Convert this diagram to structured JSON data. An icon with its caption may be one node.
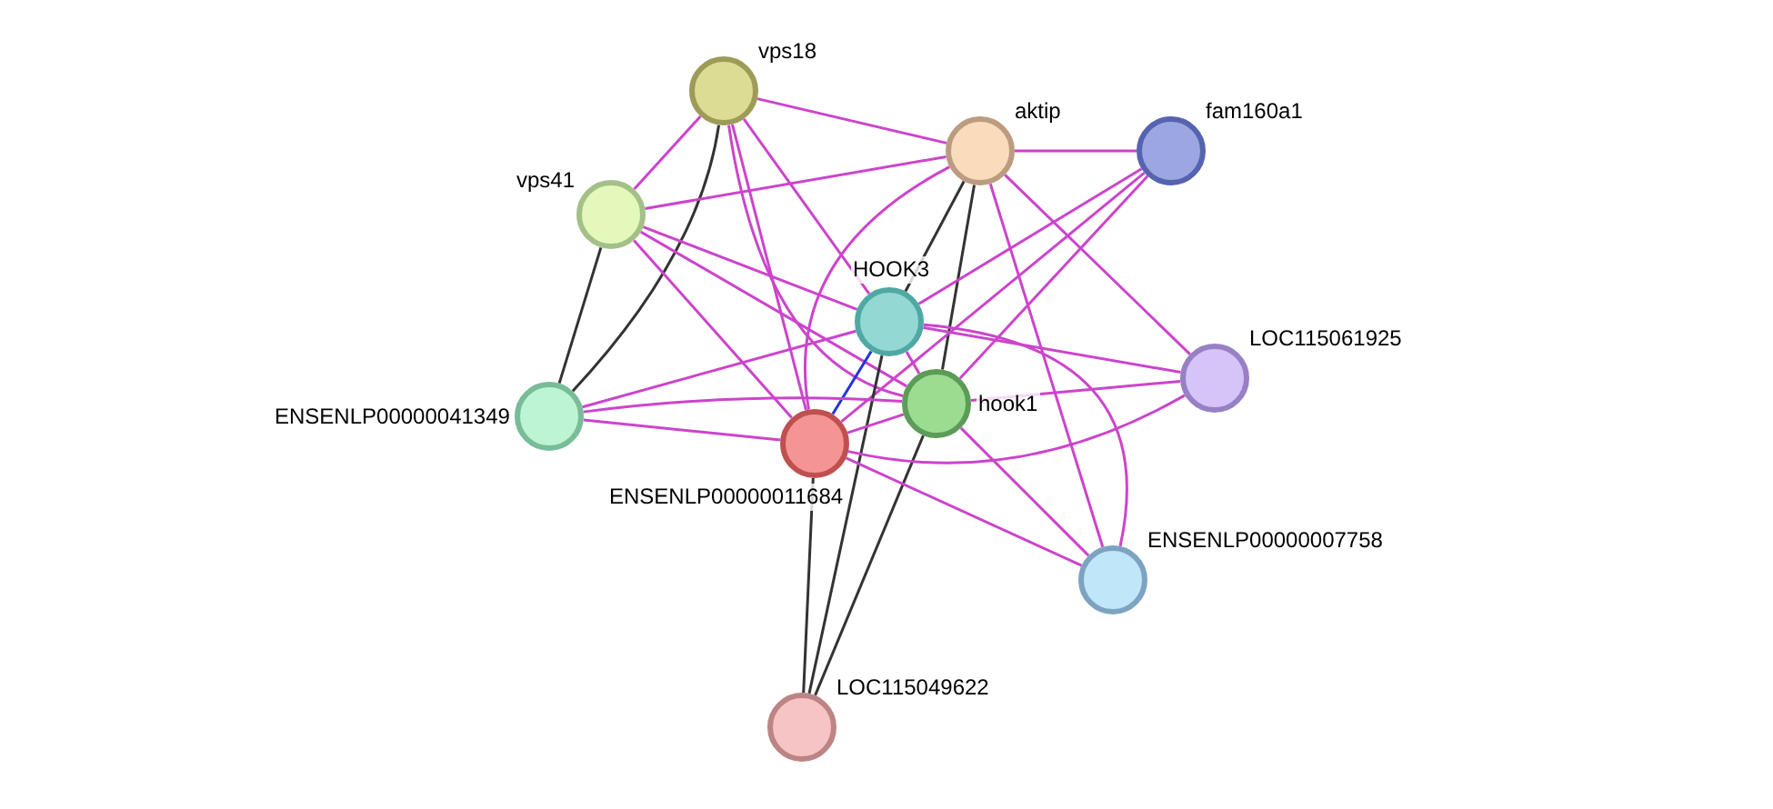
{
  "diagram": {
    "nodes": [
      {
        "text": [
          "vps18"
        ]
      },
      {
        "text": [
          "aktip"
        ]
      },
      {
        "text": [
          "fam160a1"
        ]
      },
      {
        "text": [
          "vps41"
        ]
      },
      {
        "text": [
          "HOOK3"
        ]
      },
      {
        "text": [
          "hook1"
        ]
      },
      {
        "text": [
          "LOC115061925"
        ]
      },
      {
        "text": [
          "ENSENLP00000041349"
        ]
      },
      {
        "text": [
          "ENSENLP00000011684"
        ]
      },
      {
        "text": [
          "ENSENLP00000007758"
        ]
      },
      {
        "text": [
          "LOC115049622"
        ]
      }
    ],
    "edges": [
      {
        "from": 0,
        "to": 1,
        "arrow": "none"
      },
      {
        "from": 0,
        "to": 3,
        "arrow": "none"
      },
      {
        "from": 0,
        "to": 4,
        "arrow": "none"
      },
      {
        "from": 0,
        "to": 7,
        "arrow": "none",
        "color": "#333333"
      },
      {
        "from": 0,
        "to": 5,
        "arrow": "none"
      },
      {
        "from": 0,
        "to": 8,
        "arrow": "none"
      },
      {
        "from": 1,
        "to": 2,
        "arrow": "none"
      },
      {
        "from": 1,
        "to": 3,
        "arrow": "none"
      },
      {
        "from": 1,
        "to": 4,
        "arrow": "none",
        "color": "#333333"
      },
      {
        "from": 1,
        "to": 5,
        "arrow": "none",
        "color": "#333333"
      },
      {
        "from": 1,
        "to": 8,
        "arrow": "none"
      },
      {
        "from": 1,
        "to": 6,
        "arrow": "none"
      },
      {
        "from": 1,
        "to": 9,
        "arrow": "none"
      },
      {
        "from": 2,
        "to": 4,
        "arrow": "none"
      },
      {
        "from": 2,
        "to": 5,
        "arrow": "none"
      },
      {
        "from": 2,
        "to": 8,
        "arrow": "none"
      },
      {
        "from": 3,
        "to": 7,
        "arrow": "none",
        "color": "#333333"
      },
      {
        "from": 3,
        "to": 4,
        "arrow": "none"
      },
      {
        "from": 3,
        "to": 5,
        "arrow": "none"
      },
      {
        "from": 3,
        "to": 8,
        "arrow": "none"
      },
      {
        "from": 4,
        "to": 5,
        "arrow": "none"
      },
      {
        "from": 4,
        "to": 8,
        "arrow": "none",
        "color": "#2233dd"
      },
      {
        "from": 4,
        "to": 7,
        "arrow": "none"
      },
      {
        "from": 4,
        "to": 6,
        "arrow": "none"
      },
      {
        "from": 4,
        "to": 9,
        "arrow": "none"
      },
      {
        "from": 4,
        "to": 10,
        "arrow": "none",
        "color": "#333333"
      },
      {
        "from": 5,
        "to": 8,
        "arrow": "none"
      },
      {
        "from": 5,
        "to": 7,
        "arrow": "none"
      },
      {
        "from": 5,
        "to": 6,
        "arrow": "none"
      },
      {
        "from": 5,
        "to": 9,
        "arrow": "none"
      },
      {
        "from": 5,
        "to": 10,
        "arrow": "none",
        "color": "#333333"
      },
      {
        "from": 8,
        "to": 7,
        "arrow": "none"
      },
      {
        "from": 8,
        "to": 6,
        "arrow": "none"
      },
      {
        "from": 8,
        "to": 9,
        "arrow": "none"
      },
      {
        "from": 8,
        "to": 10,
        "arrow": "none",
        "color": "#333333"
      }
    ]
  }
}
